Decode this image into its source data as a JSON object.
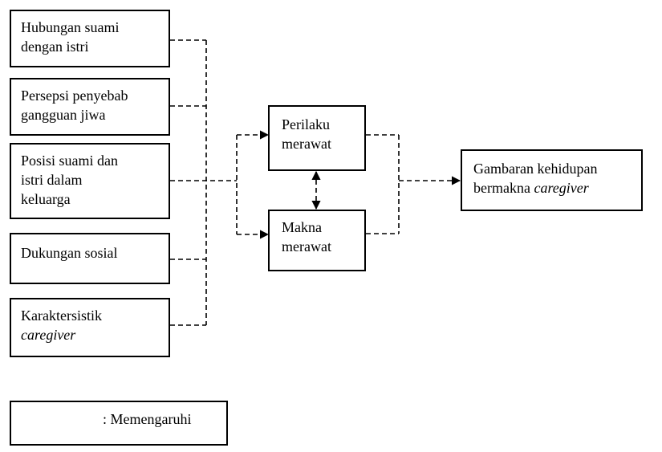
{
  "left_factors": [
    {
      "id": "hubungan",
      "lines": [
        "Hubungan suami",
        "dengan istri"
      ]
    },
    {
      "id": "persepsi",
      "lines": [
        "Persepsi penyebab",
        "gangguan jiwa"
      ]
    },
    {
      "id": "posisi",
      "lines": [
        "Posisi suami dan",
        "istri dalam",
        "keluarga"
      ]
    },
    {
      "id": "dukungan",
      "lines": [
        "Dukungan sosial"
      ]
    },
    {
      "id": "karakteristik",
      "lines": [
        "Karaktersistik",
        "caregiver"
      ]
    }
  ],
  "middle": {
    "perilaku": [
      "Perilaku",
      "merawat"
    ],
    "makna": [
      "Makna",
      "merawat"
    ]
  },
  "outcome": {
    "line1": "Gambaran kehidupan",
    "line2_prefix": "bermakna ",
    "line2_italic": "caregiver"
  },
  "legend": {
    "label": ": Memengaruhi"
  }
}
